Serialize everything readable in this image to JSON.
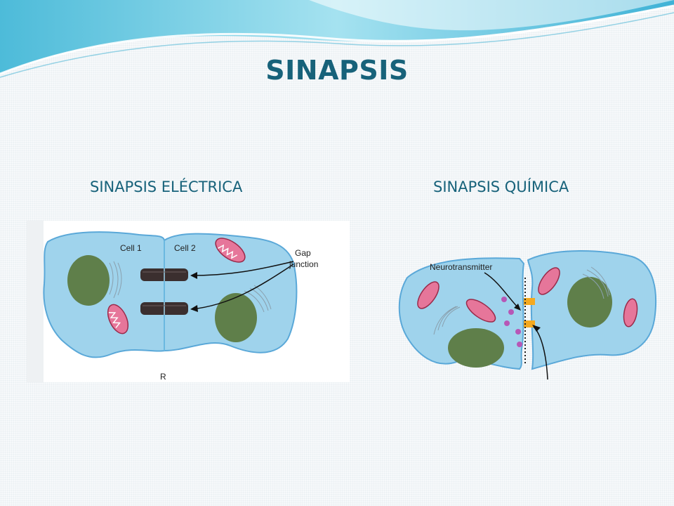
{
  "title": "SINAPSIS",
  "electrical": {
    "heading": "SINAPSIS ELÉCTRICA",
    "figure": {
      "cell1_label": "Cell 1",
      "cell2_label": "Cell 2",
      "gap_label_line1": "Gap",
      "gap_label_line2": "junction",
      "panel_label": "R"
    }
  },
  "chemical": {
    "heading": "SINAPSIS QUÍMICA",
    "figure": {
      "neurotransmitter_label": "Neurotransmitter"
    }
  },
  "colors": {
    "title": "#17627a",
    "cell_fill": "#9fd3ec",
    "cell_stroke": "#5aa8d8",
    "nucleus": "#5f7f4a",
    "mito_outer": "#e6769a",
    "gap_junction": "#3b2f2f",
    "receptor": "#f4a91f",
    "vesicle": "#b757b6"
  }
}
